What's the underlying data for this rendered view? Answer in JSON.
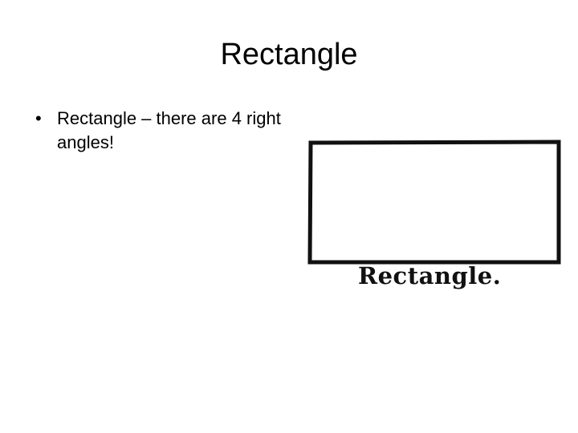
{
  "slide": {
    "title": "Rectangle",
    "bullets": [
      {
        "marker": "•",
        "text": "Rectangle – there are 4 right angles!"
      }
    ],
    "figure": {
      "caption": "Rectangle."
    }
  }
}
